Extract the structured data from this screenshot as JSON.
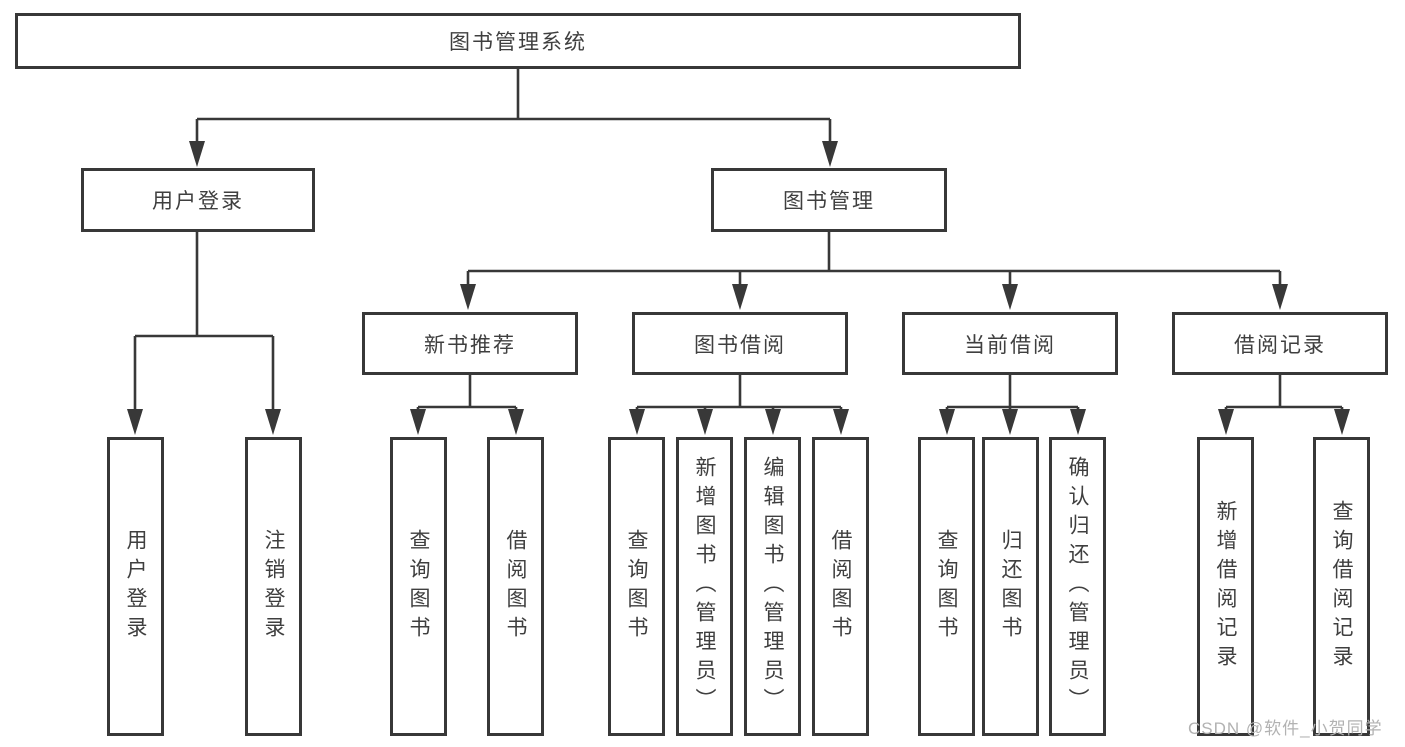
{
  "diagram": {
    "root": {
      "label": "图书管理系统"
    },
    "branches": [
      {
        "label": "用户登录",
        "children": [
          {
            "label": "用户登录"
          },
          {
            "label": "注销登录"
          }
        ]
      },
      {
        "label": "图书管理",
        "children": [
          {
            "label": "新书推荐",
            "children": [
              {
                "label": "查询图书"
              },
              {
                "label": "借阅图书"
              }
            ]
          },
          {
            "label": "图书借阅",
            "children": [
              {
                "label": "查询图书"
              },
              {
                "label": "新增图书（管理员）"
              },
              {
                "label": "编辑图书（管理员）"
              },
              {
                "label": "借阅图书"
              }
            ]
          },
          {
            "label": "当前借阅",
            "children": [
              {
                "label": "查询图书"
              },
              {
                "label": "归还图书"
              },
              {
                "label": "确认归还（管理员）"
              }
            ]
          },
          {
            "label": "借阅记录",
            "children": [
              {
                "label": "新增借阅记录"
              },
              {
                "label": "查询借阅记录"
              }
            ]
          }
        ]
      }
    ],
    "watermark": "CSDN @软件_小贺同学",
    "colors": {
      "line": "#383838",
      "text": "#3f3f3f",
      "background": "#ffffff",
      "watermark": "#b2b2b2"
    }
  }
}
